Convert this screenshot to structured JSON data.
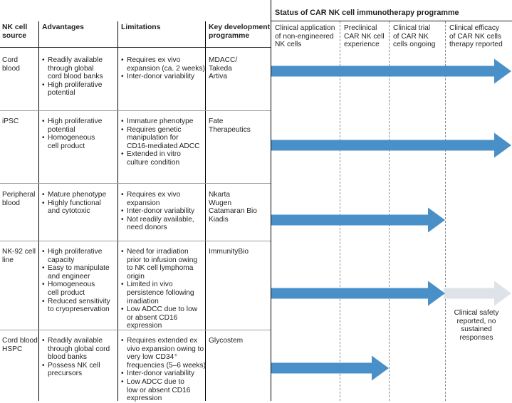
{
  "title": "Status of CAR NK cell immunotherapy programme",
  "columns": {
    "source": [
      "NK cell",
      "source"
    ],
    "advantages": "Advantages",
    "limitations": "Limitations",
    "programme": [
      "Key development",
      "programme"
    ]
  },
  "stages": [
    [
      "Clinical application",
      "of non-engineered",
      "NK cells"
    ],
    [
      "Preclinical",
      "CAR NK cell",
      "experience"
    ],
    [
      "Clinical trial",
      "of CAR NK",
      "cells ongoing"
    ],
    [
      "Clinical efficacy",
      "of CAR NK cells",
      "therapy reported"
    ]
  ],
  "rows": [
    {
      "source": [
        "Cord",
        "blood"
      ],
      "advantages": [
        [
          "Readily available",
          "through global",
          "cord blood banks"
        ],
        [
          "High proliferative",
          "potential"
        ]
      ],
      "limitations": [
        [
          "Requires ex vivo",
          "expansion (ca. 2 weeks)"
        ],
        [
          "Inter-donor variability"
        ]
      ],
      "programme": [
        "MDACC/",
        "Takeda",
        "Artiva"
      ],
      "stage_reached": 4,
      "arrow_color": "#4a90c8"
    },
    {
      "source": [
        "iPSC"
      ],
      "advantages": [
        [
          "High proliferative",
          "potential"
        ],
        [
          "Homogeneous",
          "cell product"
        ]
      ],
      "limitations": [
        [
          "Immature phenotype"
        ],
        [
          "Requires genetic",
          "manipulation for",
          "CD16-mediated ADCC"
        ],
        [
          "Extended in vitro",
          "culture condition"
        ]
      ],
      "programme": [
        "Fate",
        "Therapeutics"
      ],
      "stage_reached": 4,
      "arrow_color": "#4a90c8"
    },
    {
      "source": [
        "Peripheral",
        "blood"
      ],
      "advantages": [
        [
          "Mature phenotype"
        ],
        [
          "Highly functional",
          "and cytotoxic"
        ]
      ],
      "limitations": [
        [
          "Requires ex vivo",
          "expansion"
        ],
        [
          "Inter-donor variability"
        ],
        [
          "Not readily available,",
          "need donors"
        ]
      ],
      "programme": [
        "Nkarta",
        "Wugen",
        "Catamaran Bio",
        "Kiadis"
      ],
      "stage_reached": 3,
      "arrow_color": "#4a90c8"
    },
    {
      "source": [
        "NK-92 cell",
        "line"
      ],
      "advantages": [
        [
          "High proliferative",
          "capacity"
        ],
        [
          "Easy to manipulate",
          "and engineer"
        ],
        [
          "Homogeneous",
          "cell product"
        ],
        [
          "Reduced sensitivity",
          "to cryopreservation"
        ]
      ],
      "limitations": [
        [
          "Need for irradiation",
          "prior to infusion owing",
          "to NK cell lymphoma",
          "origin"
        ],
        [
          "Limited in vivo",
          "persistence following",
          "irradiation"
        ],
        [
          "Low ADCC due to low",
          "or absent CD16",
          "expression"
        ]
      ],
      "programme": [
        "ImmunityBio"
      ],
      "stage_reached": 3,
      "arrow_color": "#4a90c8",
      "extension_color": "#dde3e9",
      "note": [
        "Clinical safety",
        "reported, no",
        "sustained",
        "responses"
      ]
    },
    {
      "source": [
        "Cord blood",
        "HSPC"
      ],
      "advantages": [
        [
          "Readily available",
          "through global cord",
          "blood banks"
        ],
        [
          "Possess NK cell",
          "precursors"
        ]
      ],
      "limitations": [
        [
          "Requires extended ex",
          "vivo expansion owing to",
          "very low CD34⁺",
          "frequencies (5–6 weeks)"
        ],
        [
          "Inter-donor variability"
        ],
        [
          "Low ADCC due to",
          "low or absent CD16",
          "expression"
        ]
      ],
      "programme": [
        "Glycostem"
      ],
      "stage_reached": 2,
      "arrow_color": "#4a90c8"
    }
  ]
}
